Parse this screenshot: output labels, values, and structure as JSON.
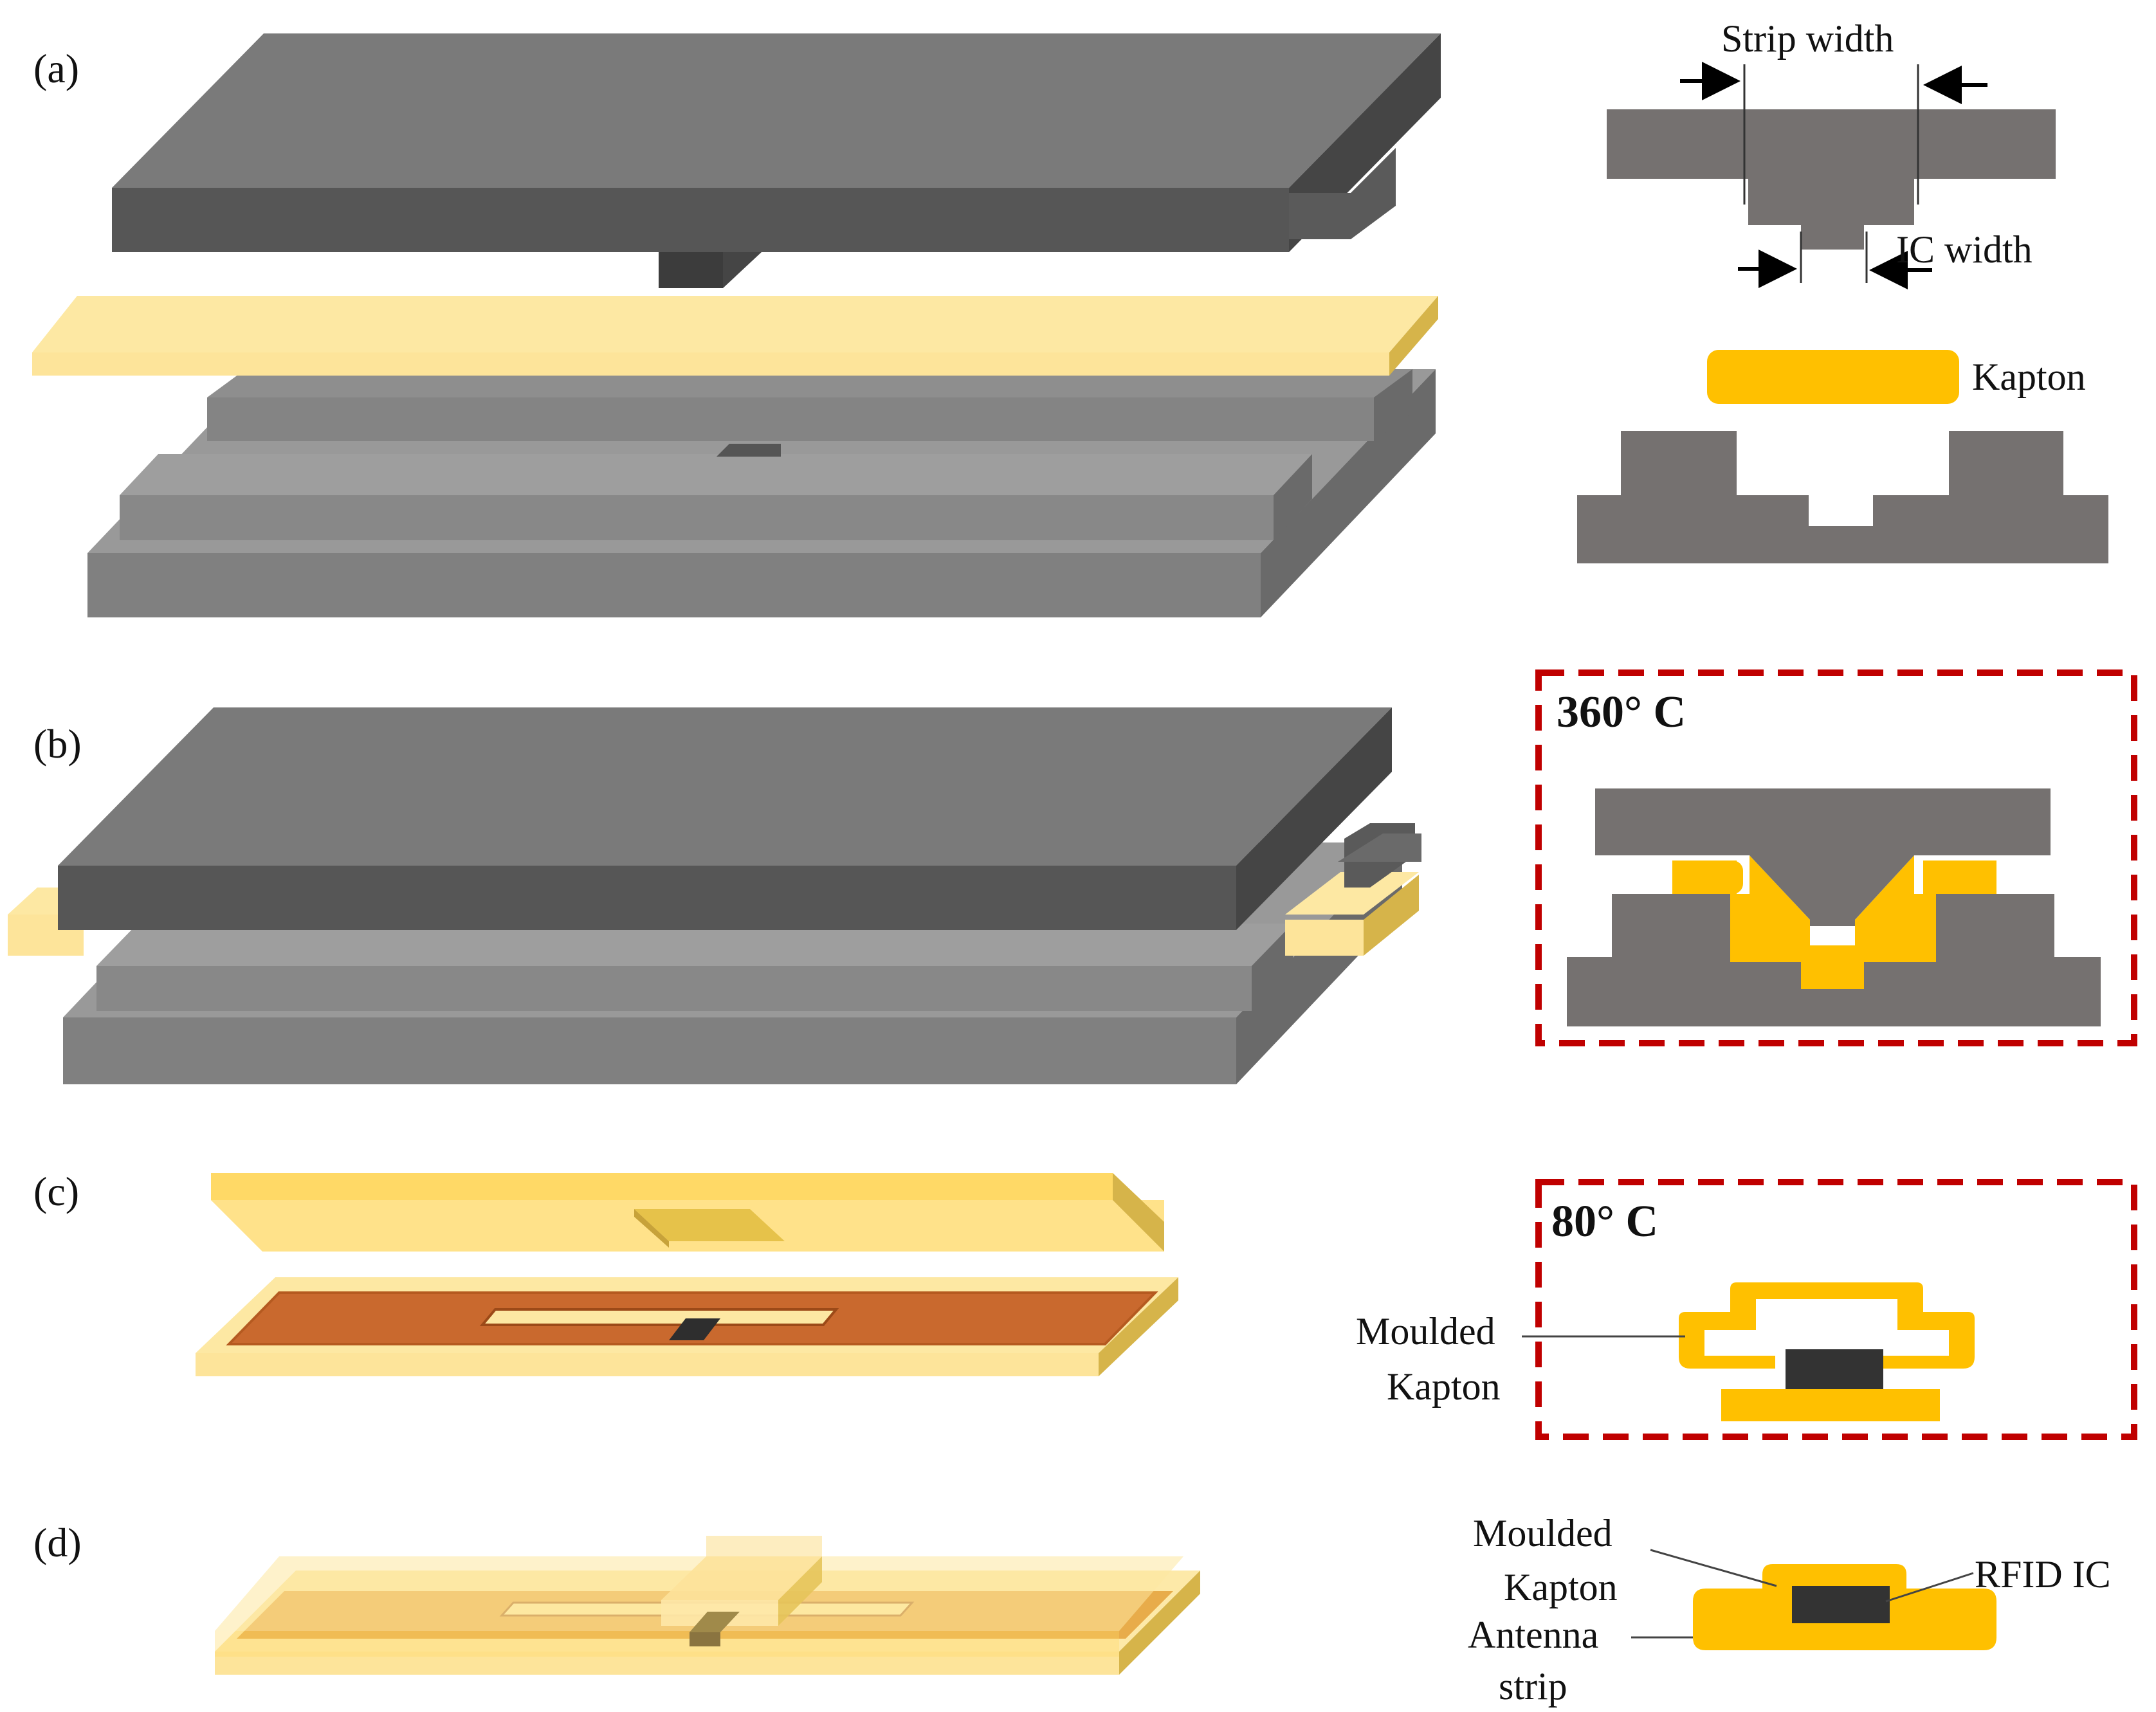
{
  "panels": {
    "a": {
      "label": "(a)",
      "strip_width_label": "Strip width",
      "ic_width_label": "IC width",
      "kapton_label": "Kapton"
    },
    "b": {
      "label": "(b)",
      "temperature": "360° C"
    },
    "c": {
      "label": "(c)",
      "temperature": "80° C",
      "moulded_label_line1": "Moulded",
      "moulded_label_line2": "Kapton"
    },
    "d": {
      "label": "(d)",
      "moulded_label_line1": "Moulded",
      "moulded_label_line2": "Kapton",
      "antenna_label_line1": "Antenna",
      "antenna_label_line2": "strip",
      "rfid_label": "RFID IC"
    }
  },
  "colors": {
    "mould_top": "#7a7a7a",
    "mould_front": "#565656",
    "mould_side": "#454545",
    "base_top": "#999999",
    "base_front": "#808080",
    "base_side": "#6a6a6a",
    "section_grey": "#757170",
    "kapton_light": "#fde8a3",
    "kapton_sheet": "#fed966",
    "kapton_side": "#d6b44a",
    "kapton_section": "#ffc000",
    "copper": "#c9692e",
    "ic_dark": "#333333",
    "dashed_border": "#c00000"
  }
}
